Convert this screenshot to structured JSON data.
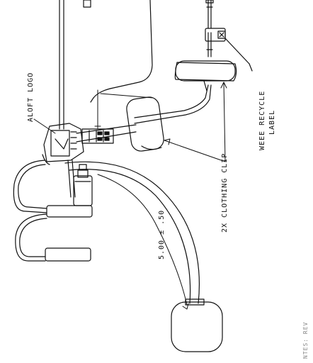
{
  "labels": {
    "aloft_logo": "ALOFT LOGO",
    "weee_line1": "WEEE RECYCLE",
    "weee_line2": "LABEL",
    "clothing_clip": "2X CLOTHING CLIP",
    "dimension": "5.00 ± .50",
    "partial_note": "NTES: REV"
  },
  "colors": {
    "line": "#111111",
    "background": "#ffffff"
  }
}
